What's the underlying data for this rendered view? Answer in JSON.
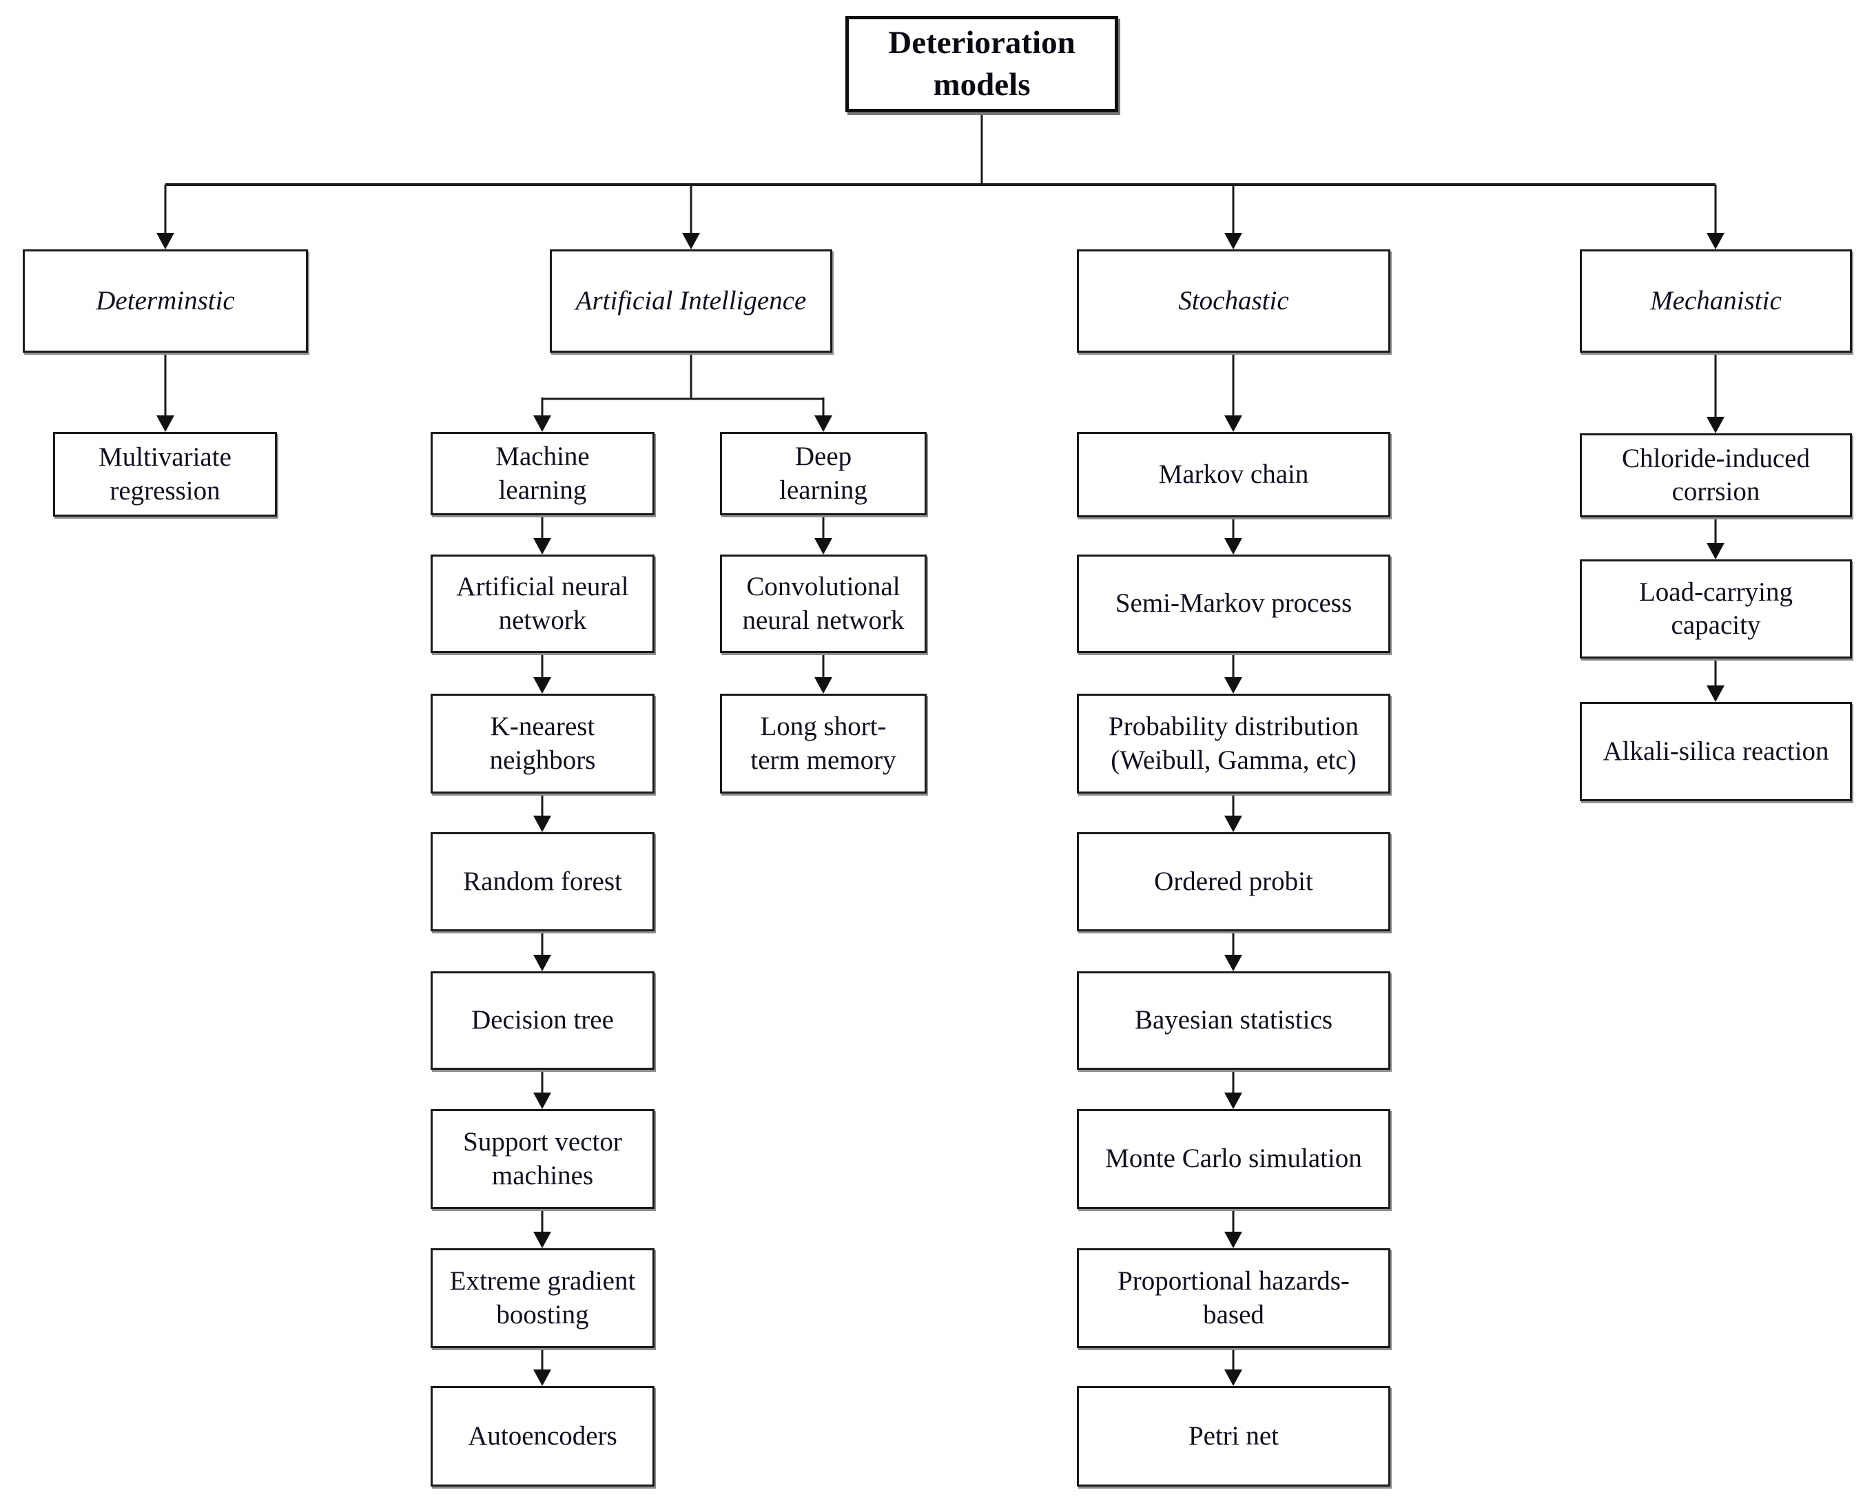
{
  "diagram_title": "Deterioration models",
  "colors": {
    "background": "#ffffff",
    "box_border": "#1b1b1b",
    "box_shadow": "#8f8f8f",
    "text": "#101020",
    "connector": "#1a1a1a"
  },
  "nodes": {
    "root": {
      "label": "Deterioration\nmodels"
    },
    "deterministic": {
      "label": "Determinstic"
    },
    "artificial_intelligence": {
      "label": "Artificial Intelligence"
    },
    "stochastic": {
      "label": "Stochastic"
    },
    "mechanistic": {
      "label": "Mechanistic"
    },
    "multivariate_regression": {
      "label": "Multivariate\nregression"
    },
    "machine_learning": {
      "label": "Machine\nlearning"
    },
    "deep_learning": {
      "label": "Deep\nlearning"
    },
    "artificial_neural_network": {
      "label": "Artificial neural\nnetwork"
    },
    "convolutional_neural_network": {
      "label": "Convolutional\nneural network"
    },
    "k_nearest_neighbors": {
      "label": "K-nearest\nneighbors"
    },
    "long_short_term_memory": {
      "label": "Long short-\nterm memory"
    },
    "random_forest": {
      "label": "Random forest"
    },
    "decision_tree": {
      "label": "Decision tree"
    },
    "support_vector_machines": {
      "label": "Support vector\nmachines"
    },
    "extreme_gradient_boosting": {
      "label": "Extreme gradient\nboosting"
    },
    "autoencoders": {
      "label": "Autoencoders"
    },
    "markov_chain": {
      "label": "Markov chain"
    },
    "semi_markov_process": {
      "label": "Semi-Markov process"
    },
    "probability_distribution": {
      "label": "Probability distribution\n(Weibull, Gamma, etc)"
    },
    "ordered_probit": {
      "label": "Ordered probit"
    },
    "bayesian_statistics": {
      "label": "Bayesian statistics"
    },
    "monte_carlo_simulation": {
      "label": "Monte Carlo simulation"
    },
    "proportional_hazards_based": {
      "label": "Proportional hazards-\nbased"
    },
    "petri_net": {
      "label": "Petri net"
    },
    "chloride_induced_corrosion": {
      "label": "Chloride-induced\ncorrsion"
    },
    "load_carrying_capacity": {
      "label": "Load-carrying\ncapacity"
    },
    "alkali_silica_reaction": {
      "label": "Alkali-silica reaction"
    }
  },
  "edges": [
    {
      "from": "root",
      "to": "deterministic"
    },
    {
      "from": "root",
      "to": "artificial_intelligence"
    },
    {
      "from": "root",
      "to": "stochastic"
    },
    {
      "from": "root",
      "to": "mechanistic"
    },
    {
      "from": "deterministic",
      "to": "multivariate_regression"
    },
    {
      "from": "artificial_intelligence",
      "to": "machine_learning"
    },
    {
      "from": "artificial_intelligence",
      "to": "deep_learning"
    },
    {
      "from": "machine_learning",
      "to": "artificial_neural_network"
    },
    {
      "from": "artificial_neural_network",
      "to": "k_nearest_neighbors"
    },
    {
      "from": "k_nearest_neighbors",
      "to": "random_forest"
    },
    {
      "from": "random_forest",
      "to": "decision_tree"
    },
    {
      "from": "decision_tree",
      "to": "support_vector_machines"
    },
    {
      "from": "support_vector_machines",
      "to": "extreme_gradient_boosting"
    },
    {
      "from": "extreme_gradient_boosting",
      "to": "autoencoders"
    },
    {
      "from": "deep_learning",
      "to": "convolutional_neural_network"
    },
    {
      "from": "convolutional_neural_network",
      "to": "long_short_term_memory"
    },
    {
      "from": "stochastic",
      "to": "markov_chain"
    },
    {
      "from": "markov_chain",
      "to": "semi_markov_process"
    },
    {
      "from": "semi_markov_process",
      "to": "probability_distribution"
    },
    {
      "from": "probability_distribution",
      "to": "ordered_probit"
    },
    {
      "from": "ordered_probit",
      "to": "bayesian_statistics"
    },
    {
      "from": "bayesian_statistics",
      "to": "monte_carlo_simulation"
    },
    {
      "from": "monte_carlo_simulation",
      "to": "proportional_hazards_based"
    },
    {
      "from": "proportional_hazards_based",
      "to": "petri_net"
    },
    {
      "from": "mechanistic",
      "to": "chloride_induced_corrosion"
    },
    {
      "from": "chloride_induced_corrosion",
      "to": "load_carrying_capacity"
    },
    {
      "from": "load_carrying_capacity",
      "to": "alkali_silica_reaction"
    }
  ]
}
